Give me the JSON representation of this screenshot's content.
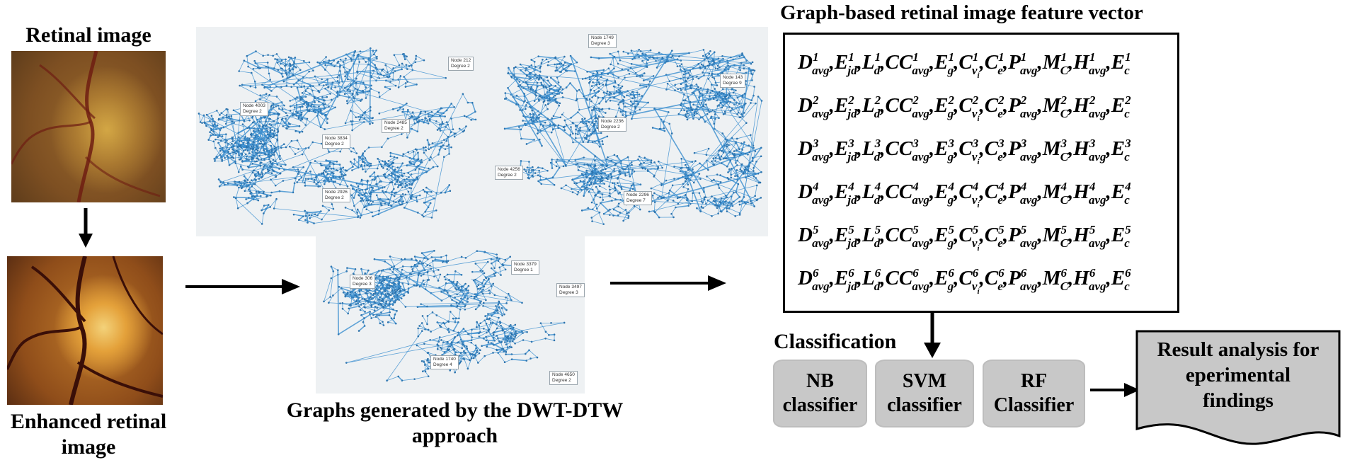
{
  "labels": {
    "retinal_image": "Retinal image",
    "enhanced_retinal_image": "Enhanced retinal image",
    "graphs_generated": "Graphs generated by the DWT-DTW approach",
    "feature_vector_title": "Graph-based retinal image feature vector",
    "classification": "Classification"
  },
  "classifiers": [
    {
      "line1": "NB",
      "line2": "classifier"
    },
    {
      "line1": "SVM",
      "line2": "classifier"
    },
    {
      "line1": "RF",
      "line2": "Classifier"
    }
  ],
  "result": {
    "line1": "Result analysis for",
    "line2": "eperimental",
    "line3": "findings"
  },
  "feature_rows": [
    "1",
    "2",
    "3",
    "4",
    "5",
    "6"
  ],
  "graph_nodes": {
    "left": [
      {
        "node": "Node 4003",
        "degree": "Degree 2"
      },
      {
        "node": "Node 3834",
        "degree": "Degree 2"
      },
      {
        "node": "Node 2485",
        "degree": "Degree 2"
      },
      {
        "node": "Node 212",
        "degree": "Degree 2"
      },
      {
        "node": "Node 2926",
        "degree": "Degree 2"
      }
    ],
    "right": [
      {
        "node": "Node 1749",
        "degree": "Degree 3"
      },
      {
        "node": "Node 143",
        "degree": "Degree 9"
      },
      {
        "node": "Node 2236",
        "degree": "Degree 2"
      },
      {
        "node": "Node 4256",
        "degree": "Degree 2"
      },
      {
        "node": "Node 2296",
        "degree": "Degree 7"
      }
    ],
    "bottom": [
      {
        "node": "Node 306",
        "degree": "Degree 3"
      },
      {
        "node": "Node 3379",
        "degree": "Degree 1"
      },
      {
        "node": "Node 3497",
        "degree": "Degree 3"
      },
      {
        "node": "Node 1740",
        "degree": "Degree 4"
      },
      {
        "node": "Node 4650",
        "degree": "Degree 2"
      }
    ]
  },
  "colors": {
    "graph_edge": "#3b8fd0",
    "graph_bg": "#eef1f3",
    "classifier_fill": "#c8c8c8"
  }
}
